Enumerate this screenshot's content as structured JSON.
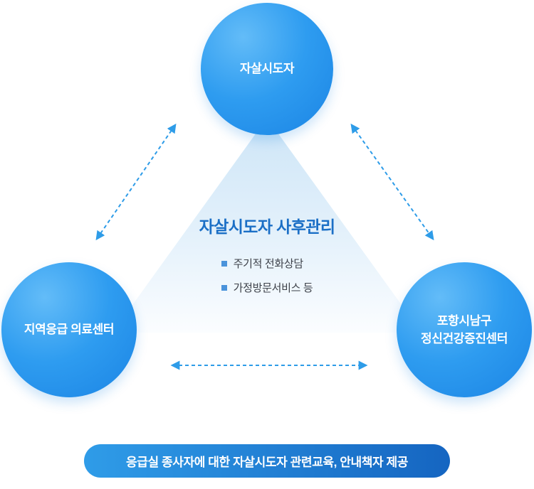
{
  "diagram": {
    "nodes": {
      "top": {
        "label": "자살시도자"
      },
      "left": {
        "label": "지역응급 의료센터"
      },
      "right": {
        "label": "포항시남구\n정신건강증진센터"
      }
    },
    "center": {
      "title": "자살시도자 사후관리",
      "items": [
        "주기적 전화상담",
        "가정방문서비스 등"
      ]
    },
    "footer": {
      "label": "응급실 종사자에 대한 자살시도자 관련교육, 안내책자 제공"
    },
    "colors": {
      "circle_blue": "#1e88e5",
      "circle_highlight": "#63bcf8",
      "arrow_blue": "#2e9ce8",
      "title_blue": "#1b6fc6",
      "bullet_blue": "#4a93db",
      "triangle_light": "#cde5f7",
      "pill_gradient_start": "#2f9ce8",
      "pill_gradient_end": "#1565c1",
      "text_dark": "#3c4048"
    }
  }
}
